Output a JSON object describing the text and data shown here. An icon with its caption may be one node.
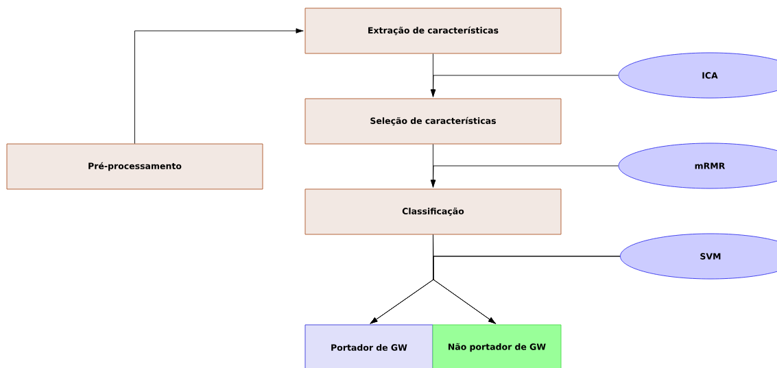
{
  "diagram": {
    "nodes": [
      {
        "text": [
          "Extração de características"
        ]
      },
      {
        "text": [
          "ICA"
        ]
      },
      {
        "text": [
          "Seleção de características"
        ]
      },
      {
        "text": [
          "mRMR"
        ]
      },
      {
        "text": [
          "Pré-processamento"
        ]
      },
      {
        "text": [
          "Classificação"
        ]
      },
      {
        "text": [
          "SVM"
        ]
      },
      {
        "text": [
          "Portador de GW"
        ]
      },
      {
        "text": [
          "Não portador de GW"
        ]
      }
    ],
    "edges": [
      {
        "from": 4,
        "to": 0,
        "arrow": "to"
      },
      {
        "from": 0,
        "to": 2,
        "arrow": "to"
      },
      {
        "from": 1,
        "to": 2,
        "arrow": "to"
      },
      {
        "from": 2,
        "to": 5,
        "arrow": "to"
      },
      {
        "from": 3,
        "to": 5,
        "arrow": "to"
      },
      {
        "from": 5,
        "to": 7,
        "arrow": "to"
      },
      {
        "from": 5,
        "to": 8,
        "arrow": "to"
      },
      {
        "from": 6,
        "to": 7,
        "arrow": "to"
      },
      {
        "from": 6,
        "to": 8,
        "arrow": "to"
      }
    ]
  }
}
